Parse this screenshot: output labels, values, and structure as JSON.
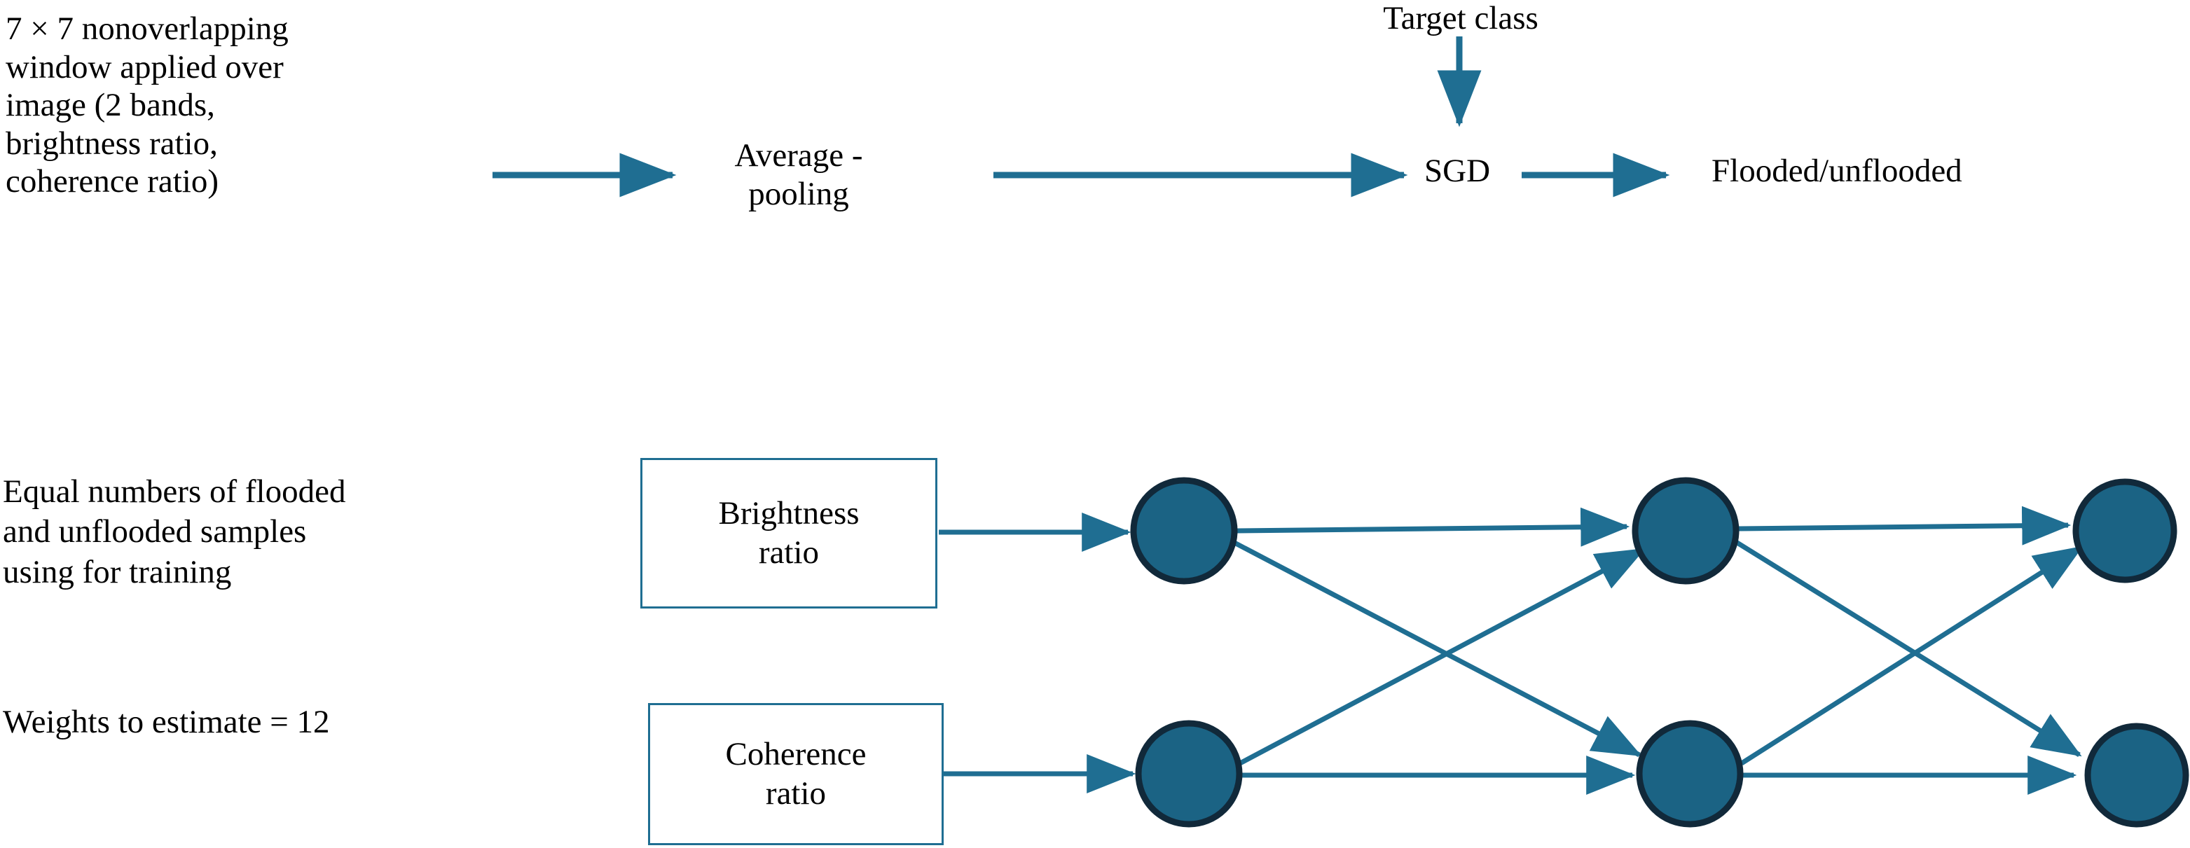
{
  "diagram": {
    "title_present": false,
    "colors": {
      "accent_teal": "#1f6e92",
      "node_fill": "#1b6384",
      "node_stroke": "#11293a",
      "box_border": "#1f6e92",
      "text": "#000000",
      "background": "#ffffff"
    }
  },
  "pipeline": {
    "input_description": "7 × 7 nonoverlapping\nwindow applied over\nimage  (2 bands,\nbrightness ratio,\ncoherence ratio)",
    "input_description_lines": [
      "7 × 7 nonoverlapping",
      "window applied over",
      "image  (2 bands,",
      "brightness ratio,",
      "coherence ratio)"
    ],
    "average_pooling": "Average -\npooling",
    "average_pooling_lines": [
      "Average -",
      "pooling"
    ],
    "target_class": "Target class",
    "sgd": "SGD",
    "output": "Flooded/unflooded",
    "arrows": [
      {
        "name": "arrow-input-to-pooling",
        "direction": "right"
      },
      {
        "name": "arrow-pooling-to-sgd",
        "direction": "right"
      },
      {
        "name": "arrow-target-class-to-sgd",
        "direction": "down"
      },
      {
        "name": "arrow-sgd-to-output",
        "direction": "right"
      }
    ]
  },
  "training": {
    "samples_note": "Equal numbers of flooded\nand unflooded samples\nusing for training",
    "samples_note_lines": [
      "Equal numbers of flooded",
      "and unflooded samples",
      "using for training"
    ],
    "weights_note": "Weights to estimate = 12",
    "weights_count": 12
  },
  "network": {
    "feature_boxes": [
      {
        "name": "brightness-ratio-box",
        "label": "Brightness\nratio"
      },
      {
        "name": "coherence-ratio-box",
        "label": "Coherence\nratio"
      }
    ],
    "layers": [
      {
        "name": "input-feature-layer",
        "node_count": 2,
        "nodes": [
          "brightness-ratio",
          "coherence-ratio"
        ]
      },
      {
        "name": "hidden-layer-1",
        "node_count": 2,
        "nodes": [
          "h1-top",
          "h1-bottom"
        ]
      },
      {
        "name": "hidden-layer-2",
        "node_count": 2,
        "nodes": [
          "h2-top",
          "h2-bottom"
        ]
      },
      {
        "name": "output-layer",
        "node_count": 2,
        "nodes": [
          "out-top",
          "out-bottom"
        ]
      }
    ],
    "fully_connected": true,
    "edge_count": 12
  }
}
